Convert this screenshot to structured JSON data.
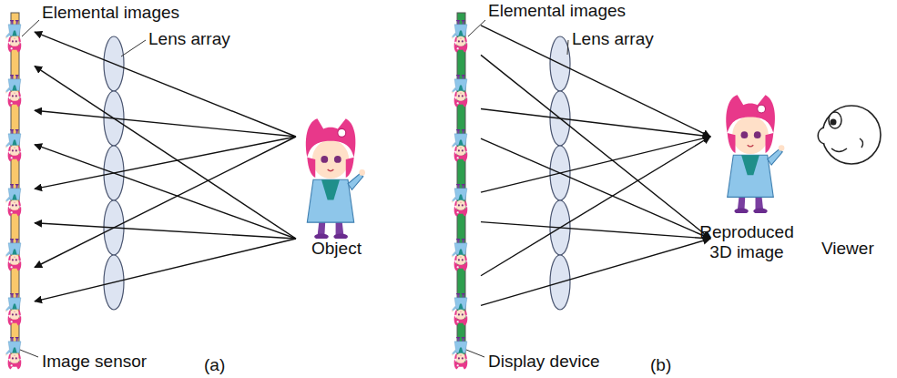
{
  "diagram": {
    "labels": [
      "Elemental images",
      "Lens array",
      "Object",
      "Image sensor",
      "(a)",
      "Elemental images",
      "Lens array",
      "Reproduced 3D image",
      "Viewer",
      "Display device",
      "(b)"
    ]
  }
}
